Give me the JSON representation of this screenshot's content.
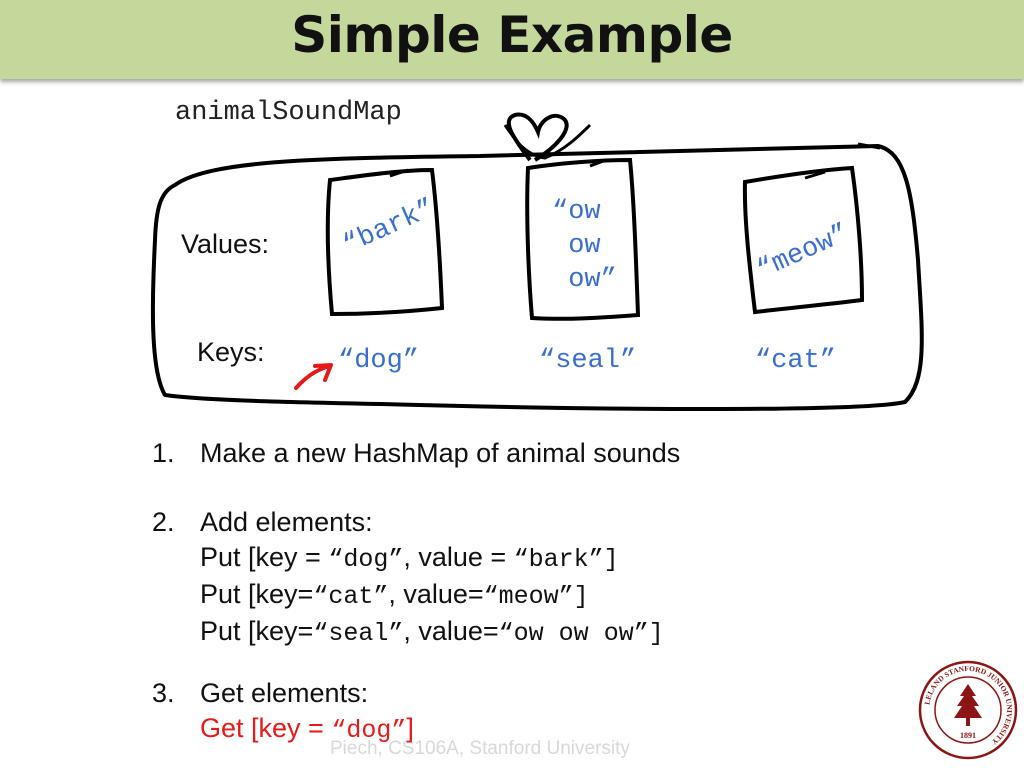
{
  "slide": {
    "title": "Simple Example"
  },
  "diagram": {
    "map_name": "animalSoundMap",
    "values_label": "Values:",
    "keys_label": "Keys:",
    "values": [
      "“bark”",
      "“ow\n ow\n ow”",
      "“meow”"
    ],
    "keys": [
      "“dog”",
      "“seal”",
      "“cat”"
    ]
  },
  "steps": {
    "s1": {
      "num": "1.",
      "text": "Make a new HashMap of animal sounds"
    },
    "s2": {
      "num": "2.",
      "heading": "Add elements:",
      "l1_pre": "Put [key = ",
      "l1_key": "“dog”",
      "l1_mid": ", value = ",
      "l1_val": "“bark”]",
      "l2_pre": "Put [key=",
      "l2_key": "“cat”",
      "l2_mid": ", value=",
      "l2_val": "“meow”]",
      "l3_pre": "Put [key=",
      "l3_key": "“seal”",
      "l3_mid": ", value=",
      "l3_val": "“ow ow ow”]"
    },
    "s3": {
      "num": "3.",
      "heading": "Get elements:",
      "get_pre": "Get [key = ",
      "get_key": "“dog”",
      "get_post": "]"
    }
  },
  "footer": "Piech, CS106A, Stanford University",
  "seal": {
    "ring_text": "LELAND STANFORD JUNIOR UNIVERSITY",
    "year": "1891"
  },
  "colors": {
    "title_bar": "#c5d89b",
    "value_text": "#3a6ecf",
    "highlight": "#e51a1a",
    "seal": "#8c1515"
  }
}
